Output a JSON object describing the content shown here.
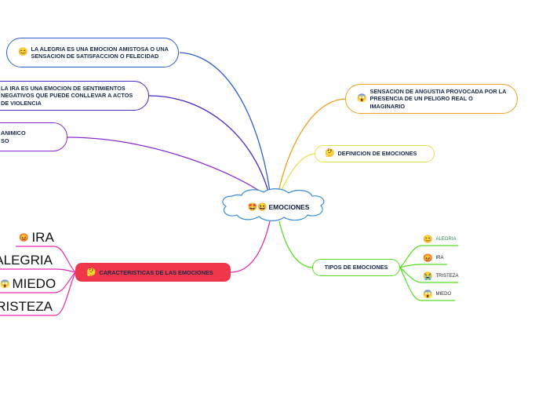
{
  "central": {
    "label": "EMOCIONES",
    "icon": "🤩😆"
  },
  "left_nodes": [
    {
      "icon": "😊",
      "text": "LA ALEGRIA ES UNA EMOCION AMISTOSA O UNA SENSACION DE SATISFACCION O FELECIDAD",
      "color": "#2f5fd0"
    },
    {
      "icon": "",
      "text": "LA IRA ES UNA EMOCION  DE SENTIMIENTOS NEGATIVOS QUE PUEDE CONLLEVAR A ACTOS DE VIOLENCIA",
      "color": "#3f2ec4"
    },
    {
      "icon": "",
      "text": "ANIMICO\nSO",
      "color": "#8a2bd6"
    }
  ],
  "right_nodes": [
    {
      "icon": "😱",
      "text": "SENSACION DE ANGUSTIA PROVOCADA POR LA PRESENCIA DE UN PELIGRO REAL O IMAGINARIO",
      "color": "#f0a020"
    },
    {
      "icon": "🤔",
      "text": "DEFINICION DE EMOCIONES",
      "color": "#e8e050"
    }
  ],
  "tipos": {
    "label": "TIPOS DE EMOCIONES",
    "color": "#55dd22",
    "items": [
      {
        "icon": "😊",
        "label": "ALEGRIA",
        "color": "#2e8b57"
      },
      {
        "icon": "😡",
        "label": "IRA",
        "color": "#222222"
      },
      {
        "icon": "😭",
        "label": "TRISTEZA",
        "color": "#222222"
      },
      {
        "icon": "😱",
        "label": "MIEDO",
        "color": "#222222"
      }
    ]
  },
  "caracteristicas": {
    "icon": "🤔",
    "label": "CARACTERISTICAS DE LAS EMOCIONES",
    "color": "#f0364a",
    "items": [
      {
        "icon": "😡",
        "label": "IRA"
      },
      {
        "icon": "",
        "label": "ALEGRIA"
      },
      {
        "icon": "😱",
        "label": "MIEDO"
      },
      {
        "icon": "",
        "label": "TRISTEZA"
      }
    ]
  }
}
